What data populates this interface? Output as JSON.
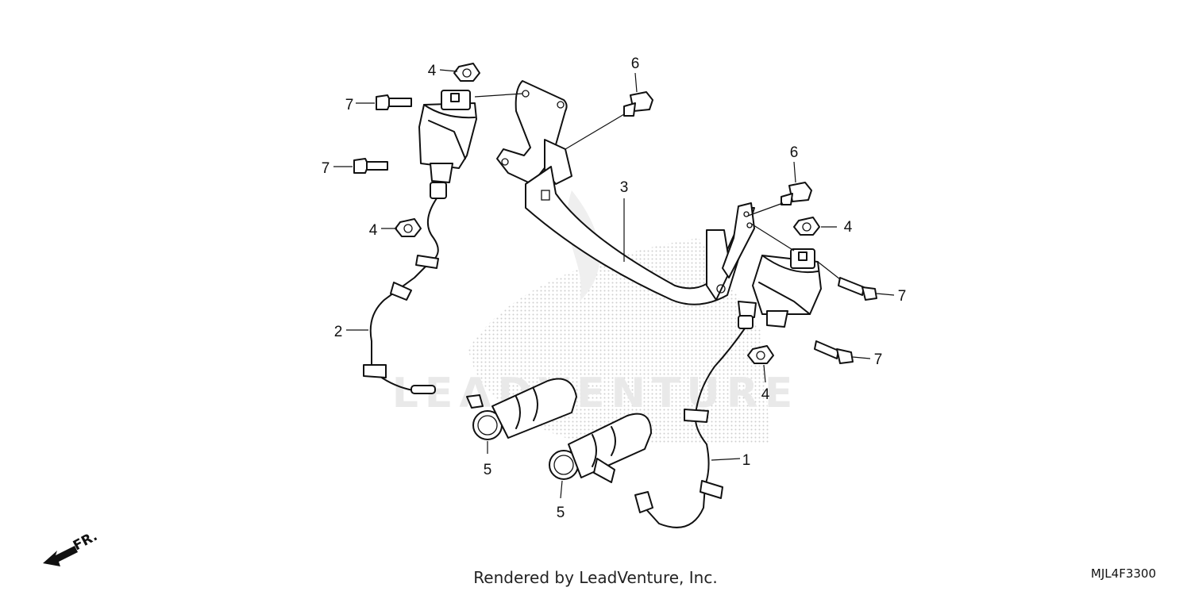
{
  "watermark": {
    "text": "LEADVENTURE"
  },
  "callouts": {
    "c1": "1",
    "c2": "2",
    "c3": "3",
    "c4a": "4",
    "c4b": "4",
    "c4c": "4",
    "c4d": "4",
    "c5a": "5",
    "c5b": "5",
    "c6a": "6",
    "c6b": "6",
    "c7a": "7",
    "c7b": "7",
    "c7c": "7",
    "c7d": "7"
  },
  "direction": {
    "label": "FR."
  },
  "footer": {
    "credit": "Rendered by LeadVenture, Inc.",
    "code": "MJL4F3300"
  }
}
